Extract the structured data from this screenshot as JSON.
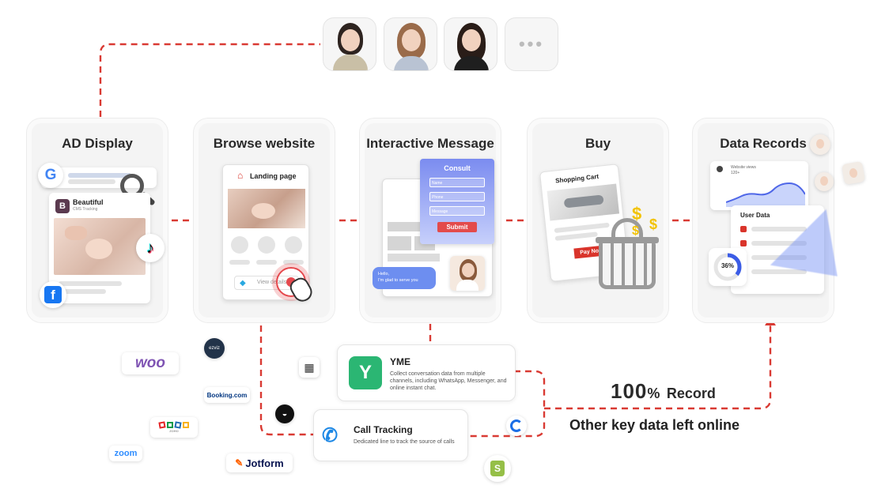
{
  "steps": [
    {
      "title": "AD Display"
    },
    {
      "title": "Browse website"
    },
    {
      "title": "Interactive Message"
    },
    {
      "title": "Buy"
    },
    {
      "title": "Data Records"
    }
  ],
  "ad_card": {
    "brand_initial": "B",
    "brand_name": "Beautiful",
    "brand_sub": "CMS Tracking"
  },
  "landing": {
    "title": "Landing page",
    "button": "View details"
  },
  "consult": {
    "title": "Consult",
    "fields": [
      "Name",
      "Phone",
      "Message"
    ],
    "submit": "Submit",
    "chat": "Hello,\nI'm glad to serve you"
  },
  "buy": {
    "cart_title": "Shopping Cart",
    "pay_button": "Pay Now"
  },
  "records": {
    "views_label": "Website views",
    "views_value": "120+",
    "user_data": "User Data",
    "percent": "36%"
  },
  "yme": {
    "name": "YME",
    "desc": "Collect conversation data from multiple channels, including WhatsApp, Messenger, and online instant chat."
  },
  "call_tracking": {
    "name": "Call Tracking",
    "desc": "Dedicated line to track the source of calls"
  },
  "summary": {
    "big_number": "100",
    "percent_sign": "%",
    "record_label": "Record",
    "footer": "Other key data left online"
  },
  "integrations": {
    "woo": "woo",
    "booking": "Booking.com",
    "zoom": "zoom",
    "jotform": "Jotform",
    "zoho": "ZOHO",
    "ezviz": "ezviz"
  },
  "colors": {
    "accent_red": "#d9342b",
    "dash_red": "#d93a33",
    "yme_green": "#2bb673",
    "call_blue": "#1e88e5",
    "consult_blue": "#7b8cf0"
  }
}
